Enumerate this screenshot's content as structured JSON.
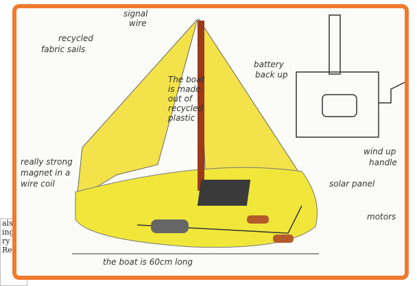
{
  "labels": {
    "signal_wire": [
      "signal",
      "wire"
    ],
    "fabric_sails": [
      "recycled",
      "fabric sails"
    ],
    "plastic_note": [
      "The boat",
      "is made",
      "out of",
      "recycled",
      "plastic"
    ],
    "battery": [
      "battery",
      "back up"
    ],
    "magnet": [
      "really strong",
      "magnet in a",
      "wire coil"
    ],
    "solar": "solar panel",
    "winder": [
      "wind up",
      "handle"
    ],
    "motors": "motors",
    "length": "the boat is 60cm long"
  },
  "scrap_text": [
    "als",
    "ing",
    "ry",
    "Re"
  ],
  "colors": {
    "frame": "#f07a2e",
    "sail": "#f3e24a",
    "mast": "#9c3a1a",
    "hull": "#f1e73a",
    "pencil": "#333333"
  }
}
